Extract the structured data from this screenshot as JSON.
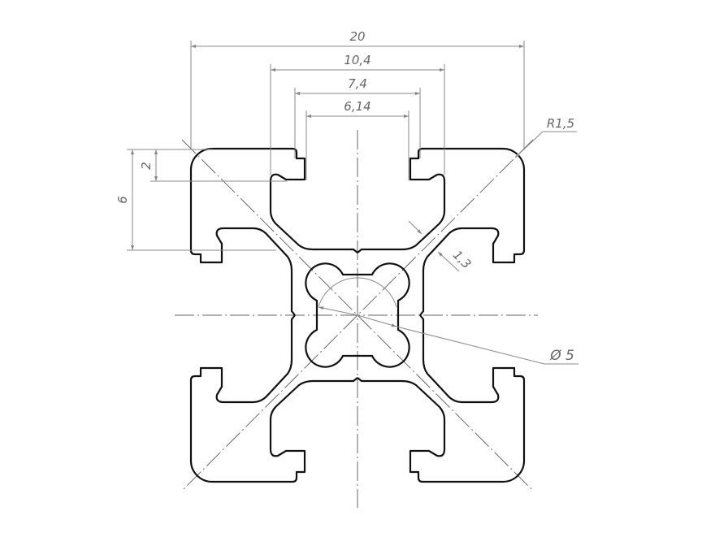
{
  "drawing": {
    "title": "Aluminium profile 20x20 cross-section",
    "dimensions": {
      "overall_width": "20",
      "slot_outer": "10,4",
      "slot_mid": "7,4",
      "slot_opening": "6,14",
      "corner_radius": "R1,5",
      "lip_thickness": "2",
      "slot_depth": "6",
      "wall_thickness": "1,3",
      "center_bore": "Ø 5"
    },
    "colors": {
      "outline": "#111111",
      "dimension": "#888888",
      "text": "#666666"
    }
  }
}
